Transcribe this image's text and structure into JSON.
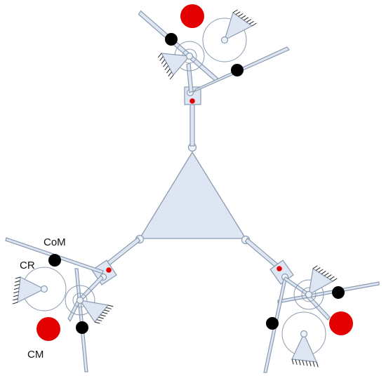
{
  "labels": {
    "com": "CoM",
    "cr": "CR",
    "cm": "CM"
  },
  "colors": {
    "structure_fill": "#dde6f2",
    "structure_stroke": "#8a9bb0",
    "mass_large": "#e30000",
    "mass_small": "#000000",
    "pivot_dot": "#e30000"
  }
}
